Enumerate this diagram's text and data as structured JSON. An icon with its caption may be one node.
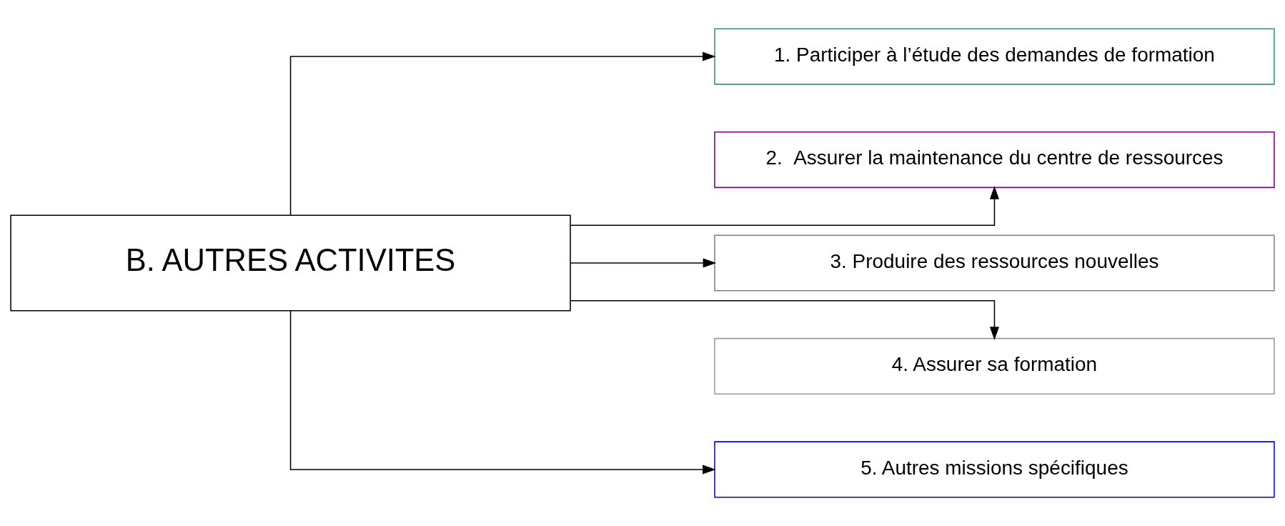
{
  "diagram": {
    "nodes": [
      {
        "text": [
          "B. AUTRES ACTIVITES"
        ]
      },
      {
        "text": [
          "1. Participer à l’étude des demandes de formation"
        ]
      },
      {
        "text": [
          "2.  Assurer la maintenance du centre de ressources"
        ]
      },
      {
        "text": [
          "3. Produire des ressources nouvelles"
        ]
      },
      {
        "text": [
          "4. Assurer sa formation"
        ]
      },
      {
        "text": [
          "5. Autres missions spécifiques"
        ]
      }
    ],
    "edges": [
      {
        "from": 0,
        "to": 1,
        "arrow": "to"
      },
      {
        "from": 0,
        "to": 2,
        "arrow": "to"
      },
      {
        "from": 0,
        "to": 3,
        "arrow": "to"
      },
      {
        "from": 0,
        "to": 4,
        "arrow": "to"
      },
      {
        "from": 0,
        "to": 5,
        "arrow": "to"
      }
    ]
  }
}
